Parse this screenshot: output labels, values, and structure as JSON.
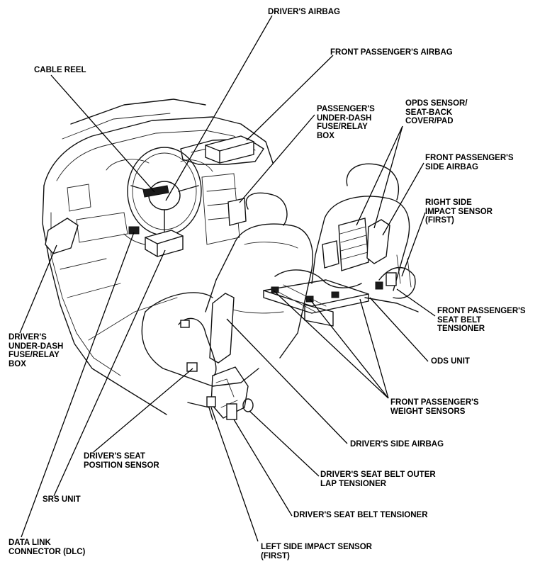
{
  "labels": {
    "drivers_airbag": "DRIVER'S AIRBAG",
    "front_passengers_airbag": "FRONT PASSENGER'S AIRBAG",
    "cable_reel": "CABLE REEL",
    "passengers_under_dash_box": "PASSENGER'S\nUNDER-DASH\nFUSE/RELAY\nBOX",
    "opds_sensor": "OPDS SENSOR/\nSEAT-BACK\nCOVER/PAD",
    "front_passengers_side_airbag": "FRONT PASSENGER'S\nSIDE AIRBAG",
    "right_side_impact_sensor": "RIGHT SIDE\nIMPACT SENSOR\n(FIRST)",
    "drivers_under_dash_box": "DRIVER'S\nUNDER-DASH\nFUSE/RELAY\nBOX",
    "front_passengers_seat_belt_tensioner": "FRONT PASSENGER'S\nSEAT BELT\nTENSIONER",
    "ods_unit": "ODS UNIT",
    "front_passengers_weight_sensors": "FRONT PASSENGER'S\nWEIGHT SENSORS",
    "drivers_side_airbag": "DRIVER'S SIDE AIRBAG",
    "drivers_seat_position_sensor": "DRIVER'S SEAT\nPOSITION SENSOR",
    "drivers_seat_belt_outer_lap_tensioner": "DRIVER'S SEAT BELT OUTER\nLAP TENSIONER",
    "srs_unit": "SRS UNIT",
    "drivers_seat_belt_tensioner": "DRIVER'S SEAT BELT TENSIONER",
    "data_link_connector": "DATA LINK\nCONNECTOR (DLC)",
    "left_side_impact_sensor": "LEFT SIDE IMPACT SENSOR\n(FIRST)"
  }
}
